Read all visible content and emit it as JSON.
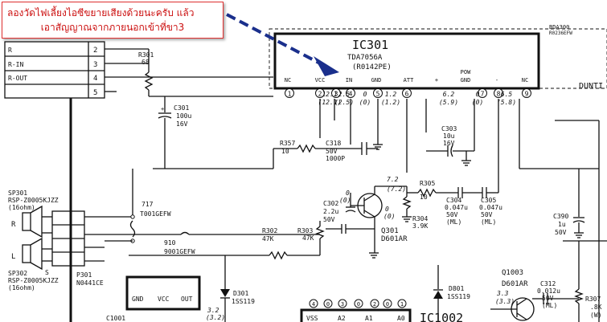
{
  "annotation": {
    "line1": "ลองวัดไฟเลี้ยงไอซีขยายเสียงด้วยนะครับ แล้ว",
    "line2": "เอาสัญญาณจากภายนอกเข้าที่ขา3"
  },
  "ic301": {
    "ref": "IC301",
    "part": "TDA7056A",
    "code": "(R0142PE)",
    "corner_label": "BDA300",
    "corner_label2": "R0236EFW",
    "pin_names": [
      "NC",
      "VCC",
      "IN",
      "GND",
      "ATT",
      "+",
      "POW GND",
      "-",
      "NC"
    ],
    "pin_numbers": [
      "1",
      "2",
      "3",
      "4",
      "5",
      "6",
      "7",
      "8",
      "9"
    ],
    "voltages": [
      "12.1",
      "2.5",
      "0",
      "1.2",
      "6.2",
      "0",
      "6.5"
    ],
    "voltages_alt": [
      "(12.1)",
      "(2.5)",
      "(0)",
      "(1.2)",
      "(5.9)",
      "(0)",
      "(5.8)"
    ]
  },
  "connector": {
    "rows": [
      "R",
      "R-IN",
      "R-OUT",
      ""
    ],
    "pins": [
      "2",
      "3",
      "4",
      "5"
    ]
  },
  "components": {
    "r301": [
      "R301",
      "68"
    ],
    "c301": [
      "C301",
      "100u",
      "16V"
    ],
    "r357": [
      "R357",
      "10"
    ],
    "c318": [
      "C318",
      "50V",
      "1000P"
    ],
    "c303": [
      "C303",
      "10u",
      "16V"
    ],
    "c302": [
      "C302",
      "2.2u",
      "50V"
    ],
    "r305": [
      "R305",
      "10"
    ],
    "c304": [
      "C304",
      "0.047u",
      "50V",
      "(ML)"
    ],
    "c305": [
      "C305",
      "0.047u",
      "50V",
      "(ML)"
    ],
    "c390": [
      "C390",
      "1u",
      "50V"
    ],
    "r304": [
      "R304",
      "3.9K"
    ],
    "r303": [
      "R303",
      "47K"
    ],
    "r302": [
      "R302",
      "47K"
    ],
    "q301": [
      "Q301",
      "D601AR"
    ],
    "q301_v": [
      "7.2",
      "(7.2)",
      "0",
      "(0)",
      "0",
      "(0)"
    ],
    "t717": [
      "717",
      "T001GEFW"
    ],
    "t910": [
      "910",
      "9001GEFW"
    ],
    "sp301": [
      "SP301",
      "RSP-Z0005KJZZ",
      "(16ohm)"
    ],
    "sp302": [
      "SP302",
      "RSP-Z0005KJZZ",
      "(16ohm)"
    ],
    "p301": [
      "P301",
      "N0441CE"
    ],
    "d301": [
      "D301",
      "1SS119"
    ],
    "d801": [
      "D801",
      "1SS119"
    ],
    "q1003": [
      "Q1003",
      "D601AR"
    ],
    "q1003_v": [
      "3.3",
      "(3.3)"
    ],
    "c312": [
      "C312",
      "0.012u",
      "50V",
      "(ML)"
    ],
    "r307": [
      "R307",
      ".8K",
      "(W)"
    ],
    "dunti": "DUNTI",
    "regulator": [
      "GND",
      "VCC",
      "OUT"
    ],
    "reg_v": [
      "3.2",
      "(3.2)"
    ],
    "c1001": "C1001",
    "ic1002": "IC1002",
    "ic1002_pins": [
      "4",
      "0",
      "3",
      "0",
      "2",
      "0",
      "1"
    ],
    "ic1002_labels": [
      "VSS",
      "A2",
      "A1",
      "A0"
    ],
    "speaker_r": "R",
    "speaker_l": "L",
    "p301_s": "S"
  }
}
